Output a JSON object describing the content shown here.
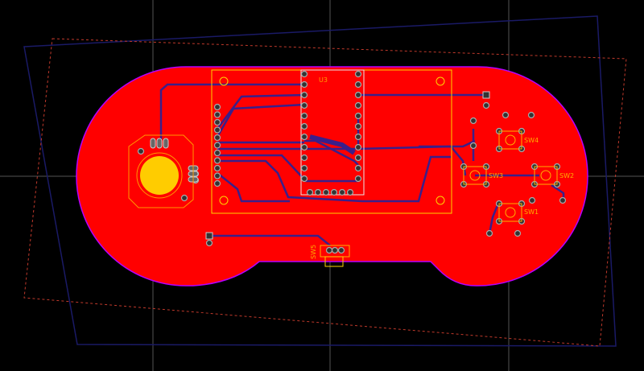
{
  "colors": {
    "background": "#000000",
    "copper": "#ff0000",
    "trace": "#3a1f8a",
    "silkscreen": "#ffd500",
    "outline": "#b400ff",
    "grid": "#5a5a5a"
  },
  "components": {
    "u3": "U3",
    "sw1": "SW1",
    "sw2": "SW2",
    "sw3": "SW3",
    "sw4": "SW4",
    "sw5": "SW5"
  }
}
